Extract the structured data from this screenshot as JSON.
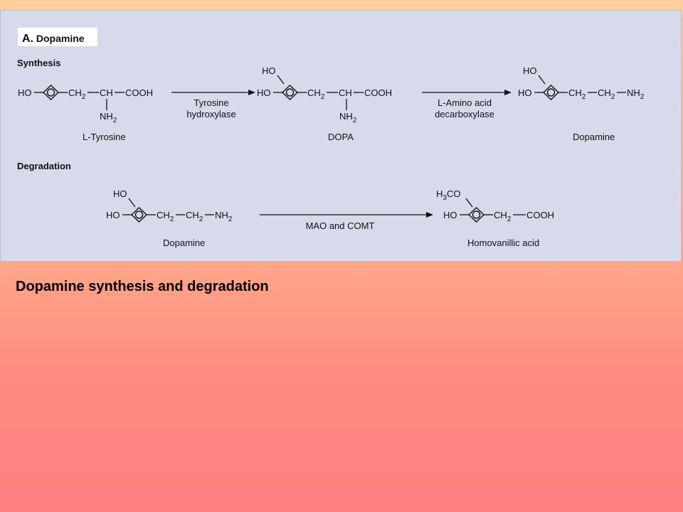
{
  "panel": {
    "title_letter": "A.",
    "title_word": "Dopamine",
    "synthesis_heading": "Synthesis",
    "degradation_heading": "Degradation"
  },
  "synthesis": {
    "tyrosine": {
      "ho": "HO",
      "ch2": "CH",
      "ch2_sub": "2",
      "ch": "CH",
      "cooh": "COOH",
      "nh2": "NH",
      "nh2_sub": "2",
      "name": "L-Tyrosine"
    },
    "enzyme1": {
      "line1": "Tyrosine",
      "line2": "hydroxylase"
    },
    "dopa": {
      "ho_top": "HO",
      "ho": "HO",
      "ch2": "CH",
      "ch2_sub": "2",
      "ch": "CH",
      "cooh": "COOH",
      "nh2": "NH",
      "nh2_sub": "2",
      "name": "DOPA"
    },
    "enzyme2": {
      "line1": "L-Amino acid",
      "line2": "decarboxylase"
    },
    "dopamine": {
      "ho_top": "HO",
      "ho": "HO",
      "ch2a": "CH",
      "ch2a_sub": "2",
      "ch2b": "CH",
      "ch2b_sub": "2",
      "nh2": "NH",
      "nh2_sub": "2",
      "name": "Dopamine"
    }
  },
  "degradation": {
    "dopamine": {
      "ho_top": "HO",
      "ho": "HO",
      "ch2a": "CH",
      "ch2a_sub": "2",
      "ch2b": "CH",
      "ch2b_sub": "2",
      "nh2": "NH",
      "nh2_sub": "2",
      "name": "Dopamine"
    },
    "enzyme": "MAO and COMT",
    "hva": {
      "h3co_h": "H",
      "h3co_sub": "3",
      "h3co_co": "CO",
      "ho": "HO",
      "ch2": "CH",
      "ch2_sub": "2",
      "cooh": "COOH",
      "name": "Homovanillic acid"
    }
  },
  "caption": "Dopamine synthesis and degradation"
}
